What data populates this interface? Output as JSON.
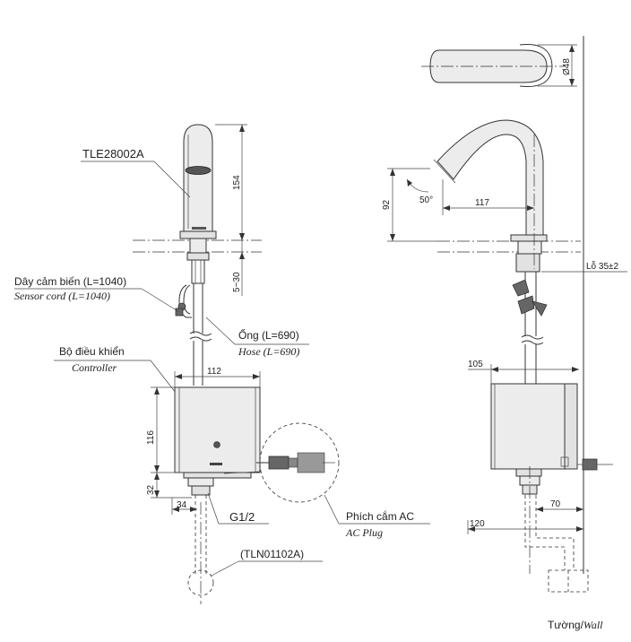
{
  "labels": {
    "model": "TLE28002A",
    "sensor_cord_vi": "Dây cảm biến (L=1040)",
    "sensor_cord_en": "Sensor cord (L=1040)",
    "hose_vi": "Ống (L=690)",
    "hose_en": "Hose (L=690)",
    "controller_vi": "Bộ điều khiển",
    "controller_en": "Controller",
    "thread": "G1/2",
    "trap_model": "(TLN01102A)",
    "ac_plug_vi": "Phích cắm AC",
    "ac_plug_en": "AC Plug",
    "hole": "Lỗ 35±2",
    "wall_vi": "Tường/",
    "wall_en": "Wall"
  },
  "dimensions": {
    "d154": "154",
    "d5_30": "5~30",
    "d112": "112",
    "d116": "116",
    "d32": "32",
    "d34": "34",
    "d92": "92",
    "d117": "117",
    "angle": "50°",
    "d48": "Ø48",
    "d105": "105",
    "d70": "70",
    "d120": "120"
  }
}
